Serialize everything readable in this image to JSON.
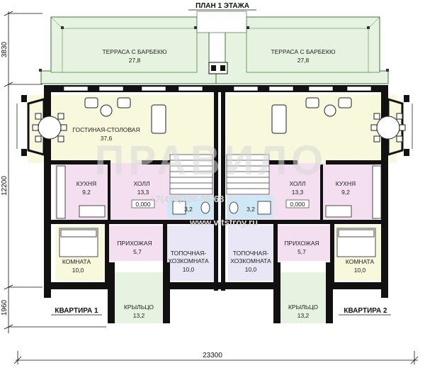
{
  "plan": {
    "title": "ПЛАН 1 ЭТАЖА",
    "watermark": "ПРАВИЛО",
    "watermark_url": "www.vitstroy.ru",
    "watermark_phone": "+7(495)720-36-68"
  },
  "dimensions": {
    "total_width": "23300",
    "terrace_depth": "3830",
    "house_depth": "12200",
    "porch_depth": "1960"
  },
  "apartments": {
    "left": "КВАРТИРА 1",
    "right": "КВАРТИРА 2"
  },
  "rooms": {
    "terrace_left": {
      "name": "ТЕРРАСА С БАРБЕКЮ",
      "area": "27,8"
    },
    "terrace_right": {
      "name": "ТЕРРАСА С БАРБЕКЮ",
      "area": "27,8"
    },
    "living_left": {
      "name": "ГОСТИНАЯ-СТОЛОВАЯ",
      "area": "37,6"
    },
    "kitchen_left": {
      "name": "КУХНЯ",
      "area": "9,2"
    },
    "hall_left": {
      "name": "ХОЛЛ",
      "area": "13,3"
    },
    "hall_left_mark": "0,000",
    "bath_left_area": "3,2",
    "kitchen_right": {
      "name": "КУХНЯ",
      "area": "9,2"
    },
    "hall_right": {
      "name": "ХОЛЛ",
      "area": "13,3"
    },
    "hall_right_mark": "0,000",
    "bath_right_area": "3,2",
    "entry_left": {
      "name": "ПРИХОЖАЯ",
      "area": "5,7"
    },
    "entry_right": {
      "name": "ПРИХОЖАЯ",
      "area": "5,7"
    },
    "boiler_left": {
      "name1": "ТОПОЧНАЯ-",
      "name2": "ХОЗКОМНАТА",
      "area": "10,0"
    },
    "boiler_right": {
      "name1": "ТОПОЧНАЯ-",
      "name2": "ХОЗКОМНАТА",
      "area": "10,0"
    },
    "room_left": {
      "name": "КОМНАТА",
      "area": "10,0"
    },
    "room_right": {
      "name": "КОМНАТА",
      "area": "10,0"
    },
    "porch_left": {
      "name": "КРЫЛЬЦО",
      "area": "13,2"
    },
    "porch_right": {
      "name": "КРЫЛЬЦО",
      "area": "13,2"
    }
  },
  "colors": {
    "wall": "#111111",
    "terrace_fill": "#e6f3e0",
    "living_fill": "#f8f8dc",
    "kitchen_fill": "#f3dff0",
    "wet_fill": "#e9e6f5",
    "bath_fill": "#cfe8f5",
    "porch_fill": "#e6f3e0",
    "roof_line": "#3a7a3a"
  }
}
